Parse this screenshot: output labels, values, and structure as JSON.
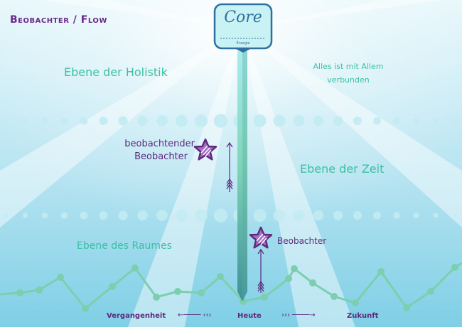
{
  "title": "Beobachter / Flow",
  "core": {
    "label": "Core",
    "sublabel": "Energie"
  },
  "levels": {
    "holistik": "Ebene der Holistik",
    "zeit": "Ebene der Zeit",
    "raum": "Ebene des Raumes"
  },
  "note": {
    "line1": "Alles ist mit Allem",
    "line2": "verbunden"
  },
  "observers": {
    "upper": {
      "line1": "beobachtender",
      "line2": "Beobachter"
    },
    "lower": "Beobachter"
  },
  "timeline": {
    "past": "Vergangenheit",
    "now": "Heute",
    "future": "Zukunft",
    "arrow_left": "←────  ‹‹‹",
    "arrow_right": "›››  ────→"
  },
  "colors": {
    "sky_top": "#d2f0f8",
    "sky_bottom": "#7fcfe6",
    "teal": "#3cbfa4",
    "purple": "#5c2a7e",
    "dot": "#b9e7ef",
    "core_blue": "#2f6fa1"
  }
}
